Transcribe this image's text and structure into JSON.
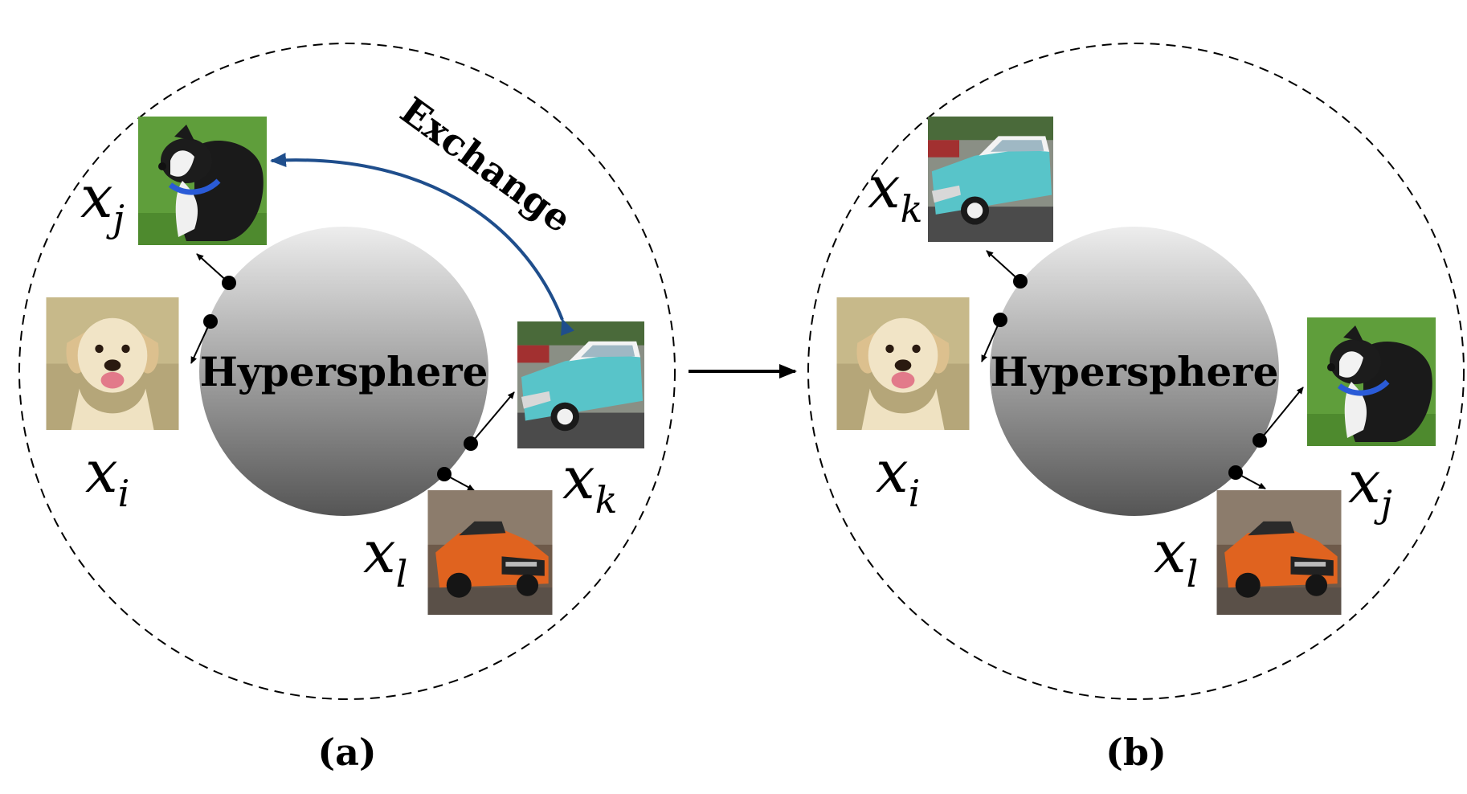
{
  "panels": [
    {
      "id": "a",
      "label": "(a)",
      "sphere_label": "Hypersphere",
      "items": [
        {
          "var": "x",
          "sub": "j",
          "image": "dog-pitbull"
        },
        {
          "var": "x",
          "sub": "i",
          "image": "dog-puppy"
        },
        {
          "var": "x",
          "sub": "k",
          "image": "car-classic-teal"
        },
        {
          "var": "x",
          "sub": "l",
          "image": "car-orange-mustang"
        }
      ],
      "exchange_label": "Exchange"
    },
    {
      "id": "b",
      "label": "(b)",
      "sphere_label": "Hypersphere",
      "items": [
        {
          "var": "x",
          "sub": "k",
          "image": "car-classic-teal"
        },
        {
          "var": "x",
          "sub": "i",
          "image": "dog-puppy"
        },
        {
          "var": "x",
          "sub": "j",
          "image": "dog-pitbull"
        },
        {
          "var": "x",
          "sub": "l",
          "image": "car-orange-mustang"
        }
      ]
    }
  ],
  "colors": {
    "exchange_arrow": "#1f4e8c",
    "sphere_light": "#ececec",
    "sphere_dark": "#5a5a5a",
    "dashed_ring": "#000000"
  }
}
